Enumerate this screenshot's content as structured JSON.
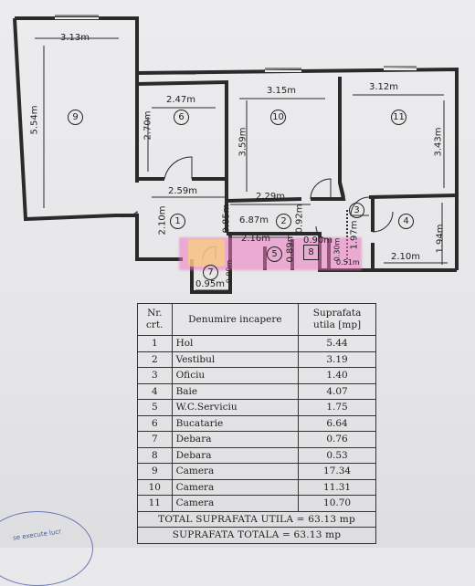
{
  "plan": {
    "dims": {
      "room9_width": "3.13m",
      "room9_height": "5.54m",
      "room6_width": "2.47m",
      "room6_height": "2.70m",
      "room10_width": "3.15m",
      "room10_height": "3.59m",
      "room11_width": "3.12m",
      "room11_height": "3.43m",
      "hol_width": "2.59m",
      "hol_height": "2.10m",
      "corridor_width": "2.29m",
      "corridor_len": "6.87m",
      "dim_085": "0.85m",
      "dim_092": "0.92m",
      "dim_216": "2.16m",
      "dim_089": "0.89m",
      "dim_090": "0.90m",
      "dim_197": "1.97m",
      "dim_030": "0.30m",
      "dim_051": "0.51m",
      "dim_194": "1.94m",
      "dim_210": "2.10m",
      "dim_095": "0.95m",
      "dim_080": "0.80m"
    },
    "room_numbers": [
      "1",
      "2",
      "3",
      "4",
      "5",
      "6",
      "7",
      "8",
      "9",
      "10",
      "11"
    ]
  },
  "table": {
    "headers": [
      "Nr. crt.",
      "Denumire incapere",
      "Suprafata utila [mp]"
    ],
    "rows": [
      [
        "1",
        "Hol",
        "5.44"
      ],
      [
        "2",
        "Vestibul",
        "3.19"
      ],
      [
        "3",
        "Oficiu",
        "1.40"
      ],
      [
        "4",
        "Baie",
        "4.07"
      ],
      [
        "5",
        "W.C.Serviciu",
        "1.75"
      ],
      [
        "6",
        "Bucatarie",
        "6.64"
      ],
      [
        "7",
        "Debara",
        "0.76"
      ],
      [
        "8",
        "Debara",
        "0.53"
      ],
      [
        "9",
        "Camera",
        "17.34"
      ],
      [
        "10",
        "Camera",
        "11.31"
      ],
      [
        "11",
        "Camera",
        "10.70"
      ]
    ],
    "total_utila": "TOTAL SUPRAFATA UTILA = 63.13 mp",
    "total_totala": "SUPRAFATA TOTALA = 63.13 mp"
  },
  "stamp_text": "se execute lucr"
}
